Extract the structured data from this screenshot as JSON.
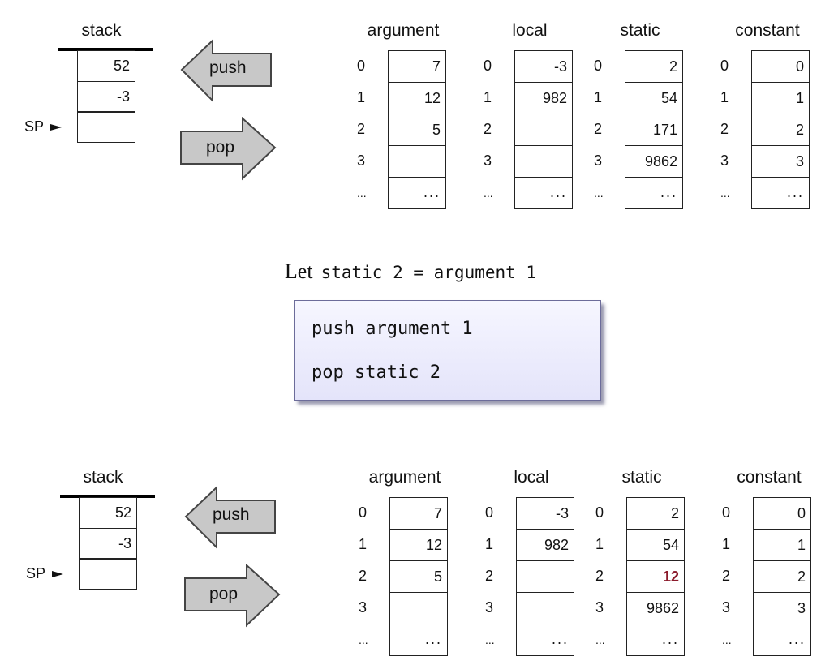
{
  "panels": [
    {
      "stack": {
        "title": "stack",
        "values": [
          "52",
          "-3",
          ""
        ],
        "sp_label": "SP"
      },
      "push_label": "push",
      "pop_label": "pop",
      "segments": [
        {
          "name": "argument",
          "rows": [
            [
              "0",
              "7"
            ],
            [
              "1",
              "12"
            ],
            [
              "2",
              "5"
            ],
            [
              "3",
              ""
            ],
            [
              "...",
              "..."
            ]
          ]
        },
        {
          "name": "local",
          "rows": [
            [
              "0",
              "-3"
            ],
            [
              "1",
              "982"
            ],
            [
              "2",
              ""
            ],
            [
              "3",
              ""
            ],
            [
              "...",
              "..."
            ]
          ]
        },
        {
          "name": "static",
          "rows": [
            [
              "0",
              "2"
            ],
            [
              "1",
              "54"
            ],
            [
              "2",
              "171"
            ],
            [
              "3",
              "9862"
            ],
            [
              "...",
              "..."
            ]
          ]
        },
        {
          "name": "constant",
          "rows": [
            [
              "0",
              "0"
            ],
            [
              "1",
              "1"
            ],
            [
              "2",
              "2"
            ],
            [
              "3",
              "3"
            ],
            [
              "...",
              "..."
            ]
          ]
        }
      ]
    },
    {
      "stack": {
        "title": "stack",
        "values": [
          "52",
          "-3",
          ""
        ],
        "sp_label": "SP"
      },
      "push_label": "push",
      "pop_label": "pop",
      "segments": [
        {
          "name": "argument",
          "rows": [
            [
              "0",
              "7"
            ],
            [
              "1",
              "12"
            ],
            [
              "2",
              "5"
            ],
            [
              "3",
              ""
            ],
            [
              "...",
              "..."
            ]
          ]
        },
        {
          "name": "local",
          "rows": [
            [
              "0",
              "-3"
            ],
            [
              "1",
              "982"
            ],
            [
              "2",
              ""
            ],
            [
              "3",
              ""
            ],
            [
              "...",
              "..."
            ]
          ]
        },
        {
          "name": "static",
          "rows": [
            [
              "0",
              "2"
            ],
            [
              "1",
              "54"
            ],
            [
              "2",
              "12"
            ],
            [
              "3",
              "9862"
            ],
            [
              "...",
              "..."
            ]
          ],
          "highlight_row": 2
        },
        {
          "name": "constant",
          "rows": [
            [
              "0",
              "0"
            ],
            [
              "1",
              "1"
            ],
            [
              "2",
              "2"
            ],
            [
              "3",
              "3"
            ],
            [
              "...",
              "..."
            ]
          ]
        }
      ]
    }
  ],
  "statement": {
    "keyword": "Let",
    "code": "static 2 = argument 1"
  },
  "code_lines": [
    "push argument 1",
    "pop static 2"
  ],
  "colors": {
    "highlight": "#8b1a2b",
    "arrow_fill": "#c8c8c8",
    "code_box": "#ececfc"
  }
}
